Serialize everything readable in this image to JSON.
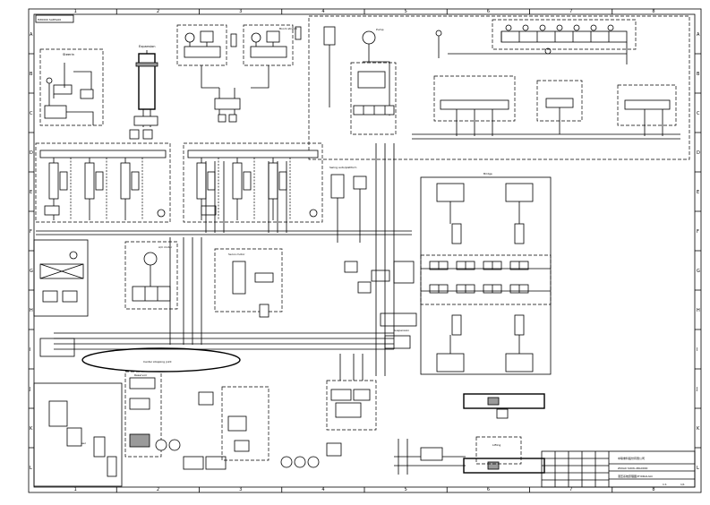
{
  "drawing": {
    "title_tag": "HZ0000 SA85L00",
    "border_columns": [
      "1",
      "2",
      "3",
      "4",
      "5",
      "6",
      "7",
      "8"
    ],
    "border_rows": [
      "A",
      "B",
      "C",
      "D",
      "E",
      "F",
      "G",
      "H",
      "I",
      "J",
      "K",
      "L"
    ]
  },
  "labels": {
    "steering_top": "Steerin",
    "expansion": "Expansion",
    "lifting_cyl": "Lifting",
    "pump": "Pump",
    "boom_stretch": "Boom stretch",
    "swing_auto": "Swing auto/platform",
    "ac_motor": "A/C motor",
    "servo": "Servo motor",
    "bridge": "Bridge",
    "center_pipe": "Center stopping joint",
    "suspension": "Suspension",
    "reservoir": "Reservoir",
    "filter": "Steer"
  },
  "title_block": {
    "company": "中联重科股份有限公司",
    "drawing_no": "Z00A0 SO06-48A0000",
    "name": "液压系统原理图/HYDRAULIC",
    "scale": "1:1",
    "sheet": "1/1"
  },
  "colors": {
    "line": "#000000",
    "background": "#ffffff",
    "fill": "#9a9a9a"
  }
}
